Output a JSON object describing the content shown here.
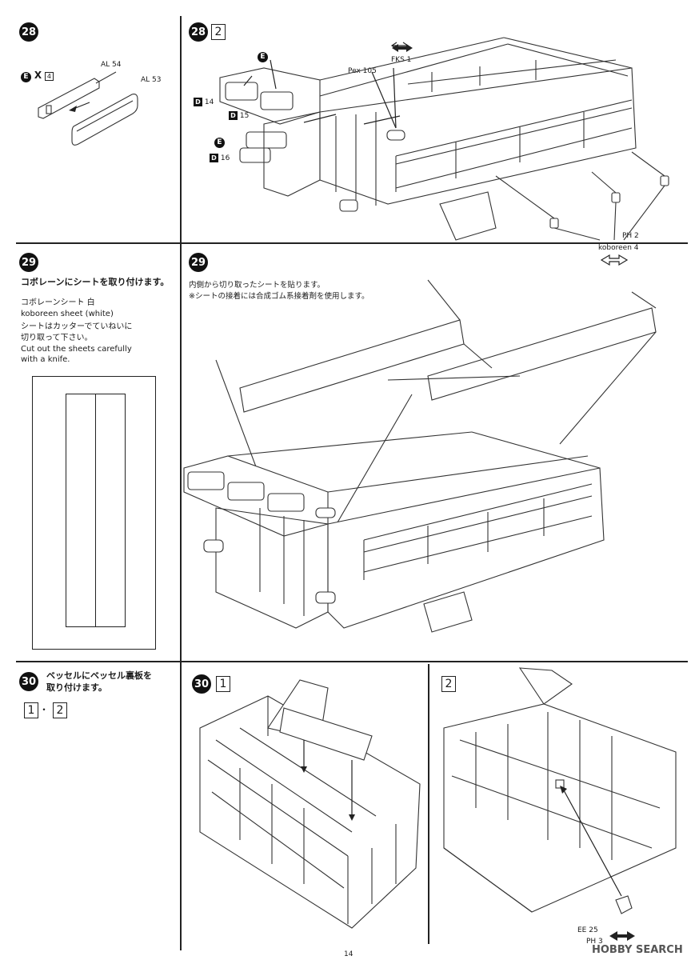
{
  "steps": {
    "s28_left": {
      "number": "28",
      "decal": "E",
      "decal_mark": "X",
      "decal_mark2": "4",
      "part1": "AL 54",
      "part2": "AL 53"
    },
    "s28_right": {
      "number": "28",
      "sub": "2",
      "fks": "FKS 1",
      "pex": "Pex 105",
      "e_label": "E",
      "d14": "14",
      "d15": "15",
      "d16": "16",
      "ph": "PH 2",
      "koboreen": "koboreen 4"
    },
    "s29_left": {
      "number": "29",
      "title": "コボレーンにシートを取り付けます。",
      "sheet_jp": "コボレーンシート 白",
      "sheet_en": "koboreen sheet (white)",
      "note_jp1": "シートはカッターでていねいに",
      "note_jp2": "切り取って下さい。",
      "note_en1": "Cut out the sheets carefully",
      "note_en2": "with a knife."
    },
    "s29_right": {
      "number": "29",
      "line1": "内側から切り取ったシートを貼ります。",
      "line2": "※シートの接着には合成ゴム系接着剤を使用します。"
    },
    "s30_left": {
      "number": "30",
      "title1": "ベッセルにベッセル裏板を",
      "title2": "取り付けます。",
      "sub1": "1",
      "dot": "・",
      "sub2": "2"
    },
    "s30_right": {
      "number": "30",
      "sub1": "1",
      "sub2": "2",
      "ee": "EE 25",
      "ph": "PH 3"
    }
  },
  "footer": {
    "page": "14",
    "watermark": "HOBBY SEARCH"
  }
}
